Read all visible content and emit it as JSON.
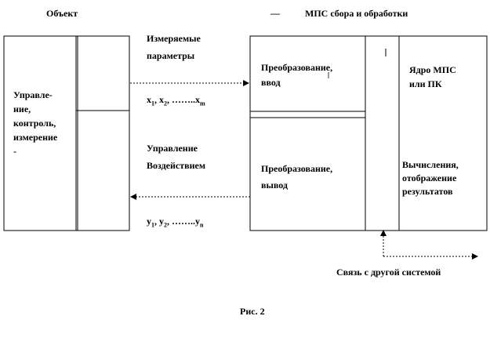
{
  "labels": {
    "object_title": "Объект",
    "mps_dash": "__",
    "mps_title": "МПС сбора и обработки",
    "measured_params": [
      "Измеряемые",
      "параметры"
    ],
    "x_vars": {
      "x1": "x",
      "x1_sub": "1",
      "sep1": ", ",
      "x2": "x",
      "x2_sub": "2",
      "sep2": ", ",
      "dots": "……..",
      "xm": "x",
      "xm_sub": "m"
    },
    "control_action": [
      "Управление",
      "Воздействием"
    ],
    "y_vars": {
      "y1": "y",
      "y1_sub": "1",
      "sep1": ", ",
      "y2": "y",
      "y2_sub": "2",
      "sep2": ", ",
      "dots": "……..",
      "yn": "y",
      "yn_sub": "n"
    },
    "object_function": [
      "Управле-",
      "ние,",
      "контроль,",
      "измерение",
      "-"
    ],
    "conversion_input": [
      "Преобразование,",
      "ввод"
    ],
    "conversion_output": [
      "Преобразование,",
      "вывод"
    ],
    "core": [
      "Ядро МПС",
      "или ПК"
    ],
    "computation": [
      "Вычисления,",
      "отображение",
      "результатов"
    ],
    "link": "Связь с другой системой",
    "figure_caption": "Рис. 2"
  }
}
